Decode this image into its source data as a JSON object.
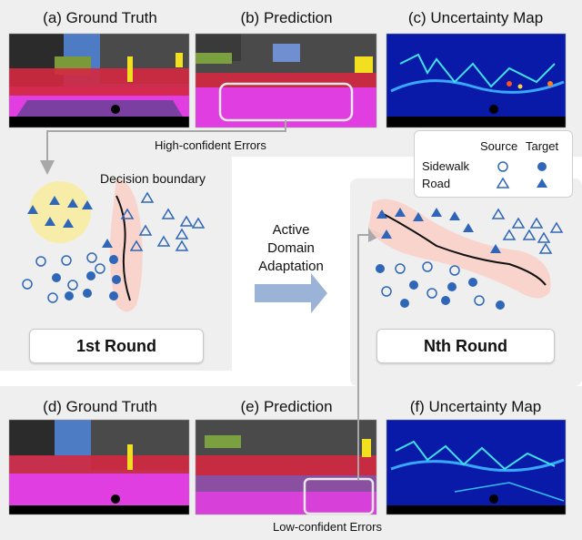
{
  "top_panels": {
    "a": "(a) Ground Truth",
    "b": "(b) Prediction",
    "c": "(c) Uncertainty Map"
  },
  "bottom_panels": {
    "d": "(d) Ground Truth",
    "e": "(e) Prediction",
    "f": "(f) Uncertainty Map"
  },
  "high_conf_label": "High-confident Errors",
  "low_conf_label": "Low-confident Errors",
  "decision_boundary_label": "Decision boundary",
  "ada_label": [
    "Active",
    "Domain",
    "Adaptation"
  ],
  "round1_label": "1st Round",
  "roundN_label": "Nth Round",
  "legend": {
    "source": "Source",
    "target": "Target",
    "sidewalk": "Sidewalk",
    "road": "Road"
  },
  "colors": {
    "blue": "#2f66b8",
    "magenta": "#e040e0",
    "crimson": "#dc2d4b",
    "sky": "#5b8fd0",
    "gray_bg": "#efefef",
    "highlight_pink": "#f8d0c8",
    "highlight_yellow": "#f8ec9c",
    "arrow": "#9bb3d6"
  }
}
